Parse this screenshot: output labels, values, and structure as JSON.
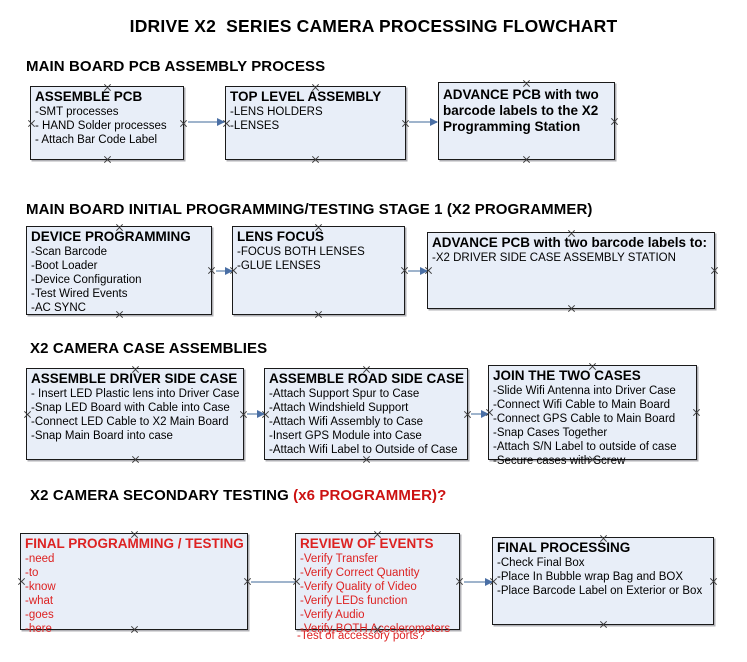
{
  "document": {
    "title": "IDRIVE X2  SERIES CAMERA PROCESSING FLOWCHART"
  },
  "colors": {
    "node_fill": "#e8eef8",
    "node_border": "#1a1a1a",
    "connector": "#9fb4cc",
    "arrowhead": "#4a6fa5",
    "accent_red": "#dd2222"
  },
  "sections": [
    {
      "header": "MAIN BOARD PCB ASSEMBLY PROCESS",
      "header_accent": "",
      "nodes": [
        {
          "title": "ASSEMBLE PCB",
          "lines": [
            " -SMT processes",
            "- HAND Solder processes",
            "- Attach Bar Code Label"
          ]
        },
        {
          "title": "TOP LEVEL ASSEMBLY",
          "lines": [
            "-LENS HOLDERS",
            "-LENSES"
          ]
        },
        {
          "title": "ADVANCE PCB with two barcode labels to the  X2 Programming Station",
          "lines": []
        }
      ]
    },
    {
      "header": "MAIN BOARD INITIAL PROGRAMMING/TESTING STAGE 1 (X2 PROGRAMMER)",
      "header_accent": "",
      "nodes": [
        {
          "title": "DEVICE PROGRAMMING",
          "lines": [
            "-Scan Barcode",
            "-Boot Loader",
            "-Device Configuration",
            "-Test Wired Events",
            "-AC SYNC"
          ]
        },
        {
          "title": "LENS FOCUS",
          "lines": [
            "-FOCUS BOTH LENSES",
            "-GLUE LENSES"
          ]
        },
        {
          "title": "ADVANCE PCB with two barcode labels to:",
          "lines": [
            "-X2 DRIVER  SIDE  CASE  ASSEMBLY STATION"
          ]
        }
      ]
    },
    {
      "header": "X2 CAMERA CASE ASSEMBLIES",
      "header_accent": "",
      "nodes": [
        {
          "title": "ASSEMBLE DRIVER SIDE CASE",
          "lines": [
            "- Insert LED Plastic lens into Driver Case",
            "-Snap LED Board with Cable into Case",
            "-Connect LED Cable to X2 Main Board",
            "-Snap Main Board into case"
          ]
        },
        {
          "title": "ASSEMBLE ROAD SIDE CASE",
          "lines": [
            "-Attach Support Spur to Case",
            "-Attach Windshield Support",
            "-Attach Wifi Assembly to Case",
            "-Insert GPS Module into Case",
            "-Attach Wifi Label to Outside of Case"
          ]
        },
        {
          "title": "JOIN THE TWO CASES",
          "lines": [
            "-Slide Wifi Antenna into Driver Case",
            "-Connect Wifi Cable to Main Board",
            "-Connect GPS Cable to Main Board",
            "-Snap Cases Together",
            "-Attach S/N Label to outside of case",
            "-Secure cases with Screw"
          ]
        }
      ]
    },
    {
      "header": "X2 CAMERA SECONDARY TESTING ",
      "header_accent": "(x6 PROGRAMMER)?",
      "nodes": [
        {
          "title": "FINAL PROGRAMMING / TESTING",
          "lines": [
            "-need",
            "-to",
            "-know",
            "-what",
            "-goes",
            "-here"
          ]
        },
        {
          "title": "REVIEW OF EVENTS",
          "lines": [
            "-Verify Transfer",
            "-Verify Correct Quantity",
            "-Verify Quality of Video",
            "-Verify LEDs function",
            "-Verify Audio",
            "-Verify BOTH Accelerometers"
          ],
          "overflow_line": "-Test of accessory ports?"
        },
        {
          "title": "FINAL PROCESSING",
          "lines": [
            " -Check Final Box",
            "-Place In Bubble wrap Bag and BOX",
            "-Place Barcode Label on Exterior or Box"
          ]
        }
      ]
    }
  ]
}
